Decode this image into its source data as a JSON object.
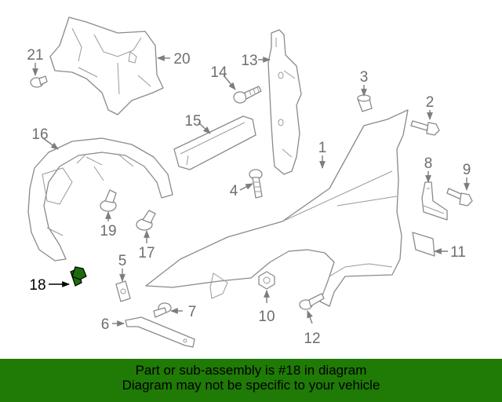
{
  "banner": {
    "line1": "Part or sub-assembly is #18 in diagram",
    "line2": "Diagram may not be specific to your vehicle",
    "background": "#1f7a06"
  },
  "highlight": {
    "part_number": "18",
    "color": "#1e6b0c"
  },
  "callouts": {
    "c1": "1",
    "c2": "2",
    "c3": "3",
    "c4": "4",
    "c5": "5",
    "c6": "6",
    "c7": "7",
    "c8": "8",
    "c9": "9",
    "c10": "10",
    "c11": "11",
    "c12": "12",
    "c13": "13",
    "c14": "14",
    "c15": "15",
    "c16": "16",
    "c17": "17",
    "c18": "18",
    "c19": "19",
    "c20": "20",
    "c21": "21"
  }
}
